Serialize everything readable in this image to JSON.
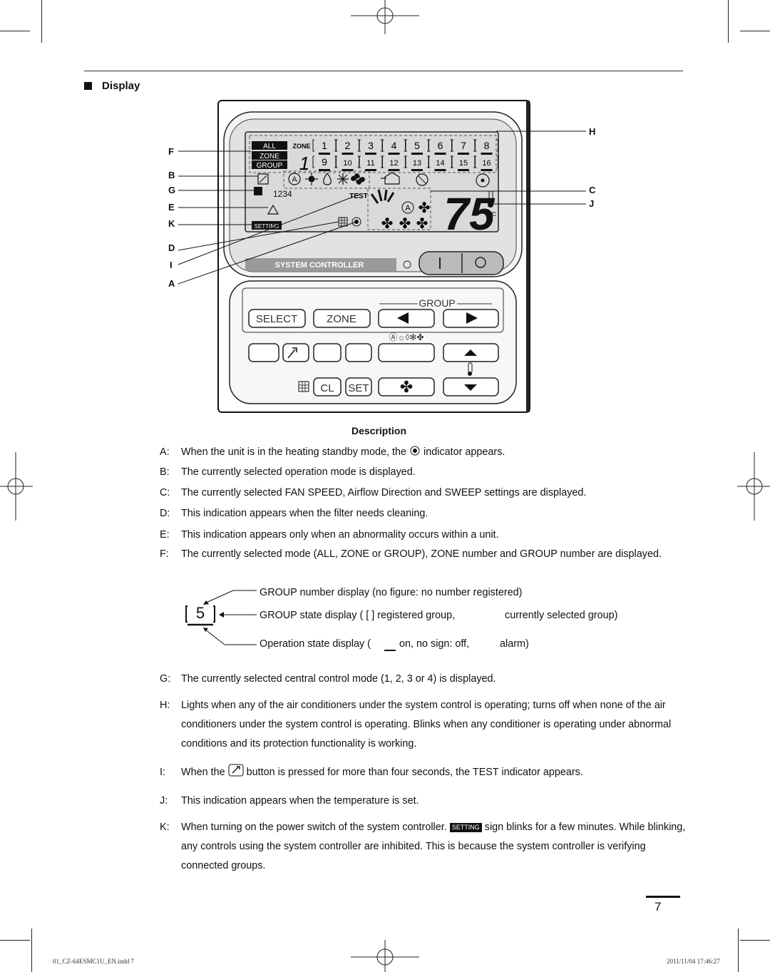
{
  "section": {
    "title": "Display"
  },
  "controller": {
    "lcd": {
      "mode_all": "ALL",
      "mode_zone": "ZONE",
      "mode_group": "GROUP",
      "zone_label": "ZONE",
      "zone_number": "1",
      "groups_row1": [
        "1",
        "2",
        "3",
        "4",
        "5",
        "6",
        "7",
        "8"
      ],
      "groups_row2": [
        "9",
        "10",
        "11",
        "12",
        "13",
        "14",
        "15",
        "16"
      ],
      "central_control": "1234",
      "test_label": "TEST",
      "setting_label": "SETTING",
      "temperature": "75",
      "temp_unit": "°F",
      "auto_letter": "A"
    },
    "brand_strip": "SYSTEM CONTROLLER",
    "buttons": {
      "group_label": "GROUP",
      "select": "SELECT",
      "zone": "ZONE",
      "cl": "CL",
      "set": "SET"
    }
  },
  "callouts": [
    "F",
    "B",
    "G",
    "E",
    "K",
    "D",
    "I",
    "A",
    "H",
    "C",
    "J"
  ],
  "description": {
    "title": "Description",
    "items": [
      {
        "key": "A:",
        "pre": "When the unit is in the heating standby mode, the",
        "post": "indicator appears."
      },
      {
        "key": "B:",
        "text": "The currently selected operation mode is displayed."
      },
      {
        "key": "C:",
        "text": "The currently selected FAN SPEED, Airflow Direction and SWEEP settings are displayed."
      },
      {
        "key": "D:",
        "text": "This indication appears when the filter needs cleaning."
      },
      {
        "key": "E:",
        "text": "This indication appears only when an abnormality occurs within a unit."
      },
      {
        "key": "F:",
        "text": "The currently selected mode (ALL, ZONE or GROUP), ZONE number and GROUP number are displayed."
      }
    ],
    "group_example": {
      "sample": "5",
      "line1": "GROUP number display (no figure: no number registered)",
      "line2a": "GROUP state display ( [   ] registered group,",
      "line2b": "currently selected group)",
      "line3a": "Operation state display (",
      "line3b": "on, no sign: off,",
      "line3c": "alarm)"
    },
    "items2": [
      {
        "key": "G:",
        "text": "The currently selected central control mode (1, 2, 3 or 4) is displayed."
      },
      {
        "key": "H:",
        "text": "Lights when any of the air conditioners under the system control is operating; turns off when none of the air conditioners under the system control is operating. Blinks when any conditioner is operating under abnormal conditions and its protection functionality is working."
      },
      {
        "key": "I:",
        "pre": "When the",
        "post": "button is pressed for more than four seconds, the TEST indicator appears."
      },
      {
        "key": "J:",
        "text": "This indication appears when the temperature is set."
      },
      {
        "key": "K:",
        "pre": "When turning on the power switch of the system controller.",
        "badge": "SETTING",
        "post": "sign blinks for a few minutes. While blinking, any controls using the system controller are inhibited. This is because the system controller is verifying connected groups."
      }
    ]
  },
  "page": {
    "number": "7",
    "footer_left": "01_CZ-64ESMC1U_EN.indd   7",
    "footer_right": "2011/11/04   17:46:27"
  }
}
